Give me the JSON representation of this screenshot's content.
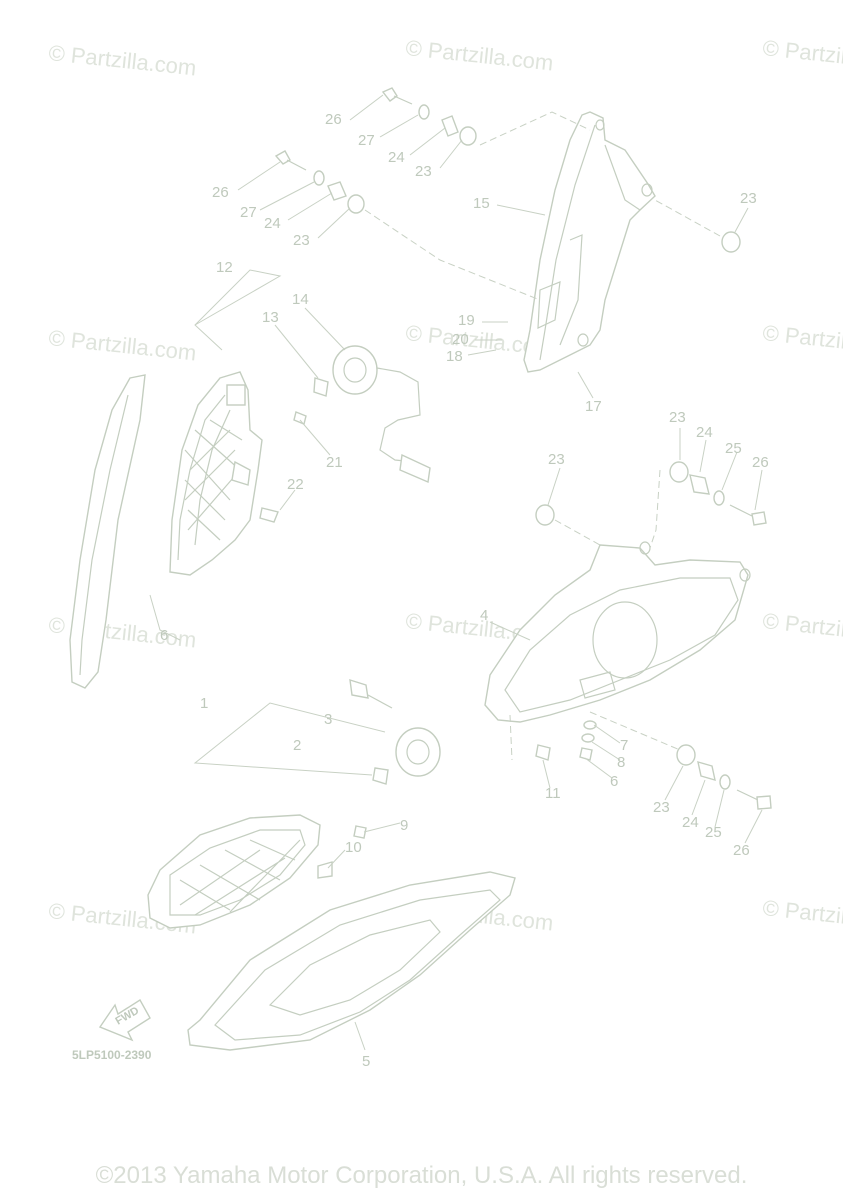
{
  "watermark": "© Partzilla.com",
  "diagram_code": "5LP5100-2390",
  "fwd_label": "FWD",
  "copyright": "©2013 Yamaha Motor Corporation, U.S.A. All rights reserved.",
  "colors": {
    "line": "#c4cec0",
    "text": "#bfc9bc",
    "watermark": "#dfe4dc"
  },
  "callouts": [
    "1",
    "2",
    "3",
    "4",
    "5",
    "6",
    "6",
    "7",
    "8",
    "9",
    "10",
    "11",
    "12",
    "13",
    "14",
    "15",
    "17",
    "18",
    "19",
    "20",
    "21",
    "22",
    "23",
    "23",
    "23",
    "23",
    "23",
    "23",
    "24",
    "24",
    "24",
    "24",
    "25",
    "25",
    "26",
    "26",
    "26",
    "26",
    "27",
    "27"
  ]
}
